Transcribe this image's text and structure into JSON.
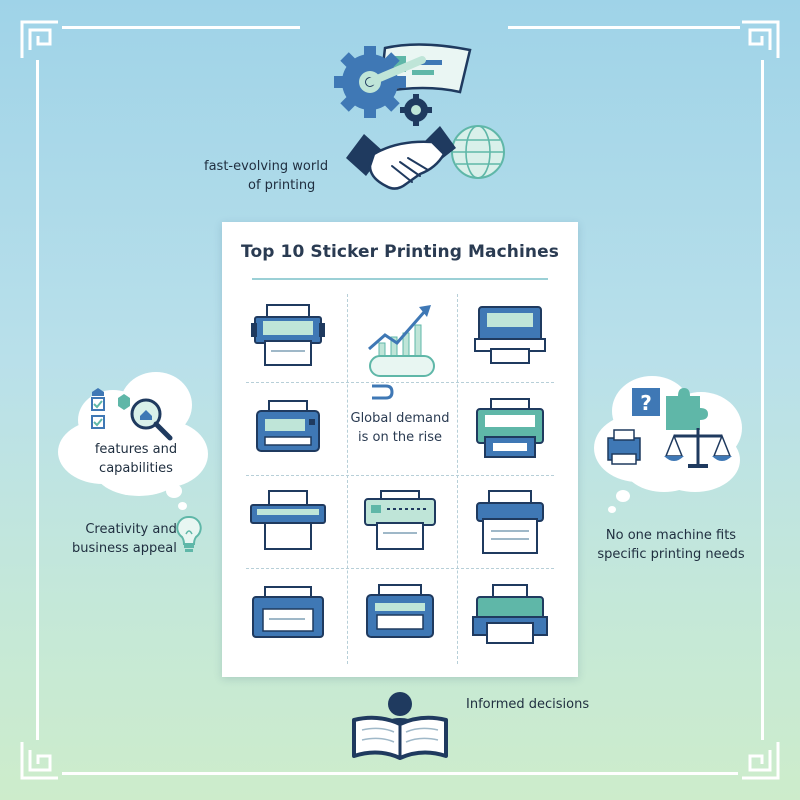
{
  "header": {
    "caption_line1": "fast-evolving world",
    "caption_line2": "of printing"
  },
  "card": {
    "title": "Top 10 Sticker Printing Machines",
    "center_text_line1": "Global demand",
    "center_text_line2": "is on the rise",
    "icons": [
      "printer-icon",
      "growth-chart-icon",
      "printer-icon",
      "printer-icon",
      "printer-icon",
      "printer-icon",
      "printer-icon",
      "printer-icon",
      "printer-icon",
      "printer-icon",
      "printer-icon"
    ]
  },
  "left": {
    "thought_line1": "features and",
    "thought_line2": "capabilities",
    "caption_line1": "Creativity and",
    "caption_line2": "business appeal"
  },
  "right": {
    "caption_line1": "No one machine fits",
    "caption_line2": "specific printing needs"
  },
  "bottom": {
    "caption": "Informed decisions"
  },
  "colors": {
    "navy": "#1f3a5f",
    "blue": "#3f78b5",
    "teal": "#5fb7a8",
    "mint": "#bfe5d8",
    "frame": "#ffffff"
  }
}
